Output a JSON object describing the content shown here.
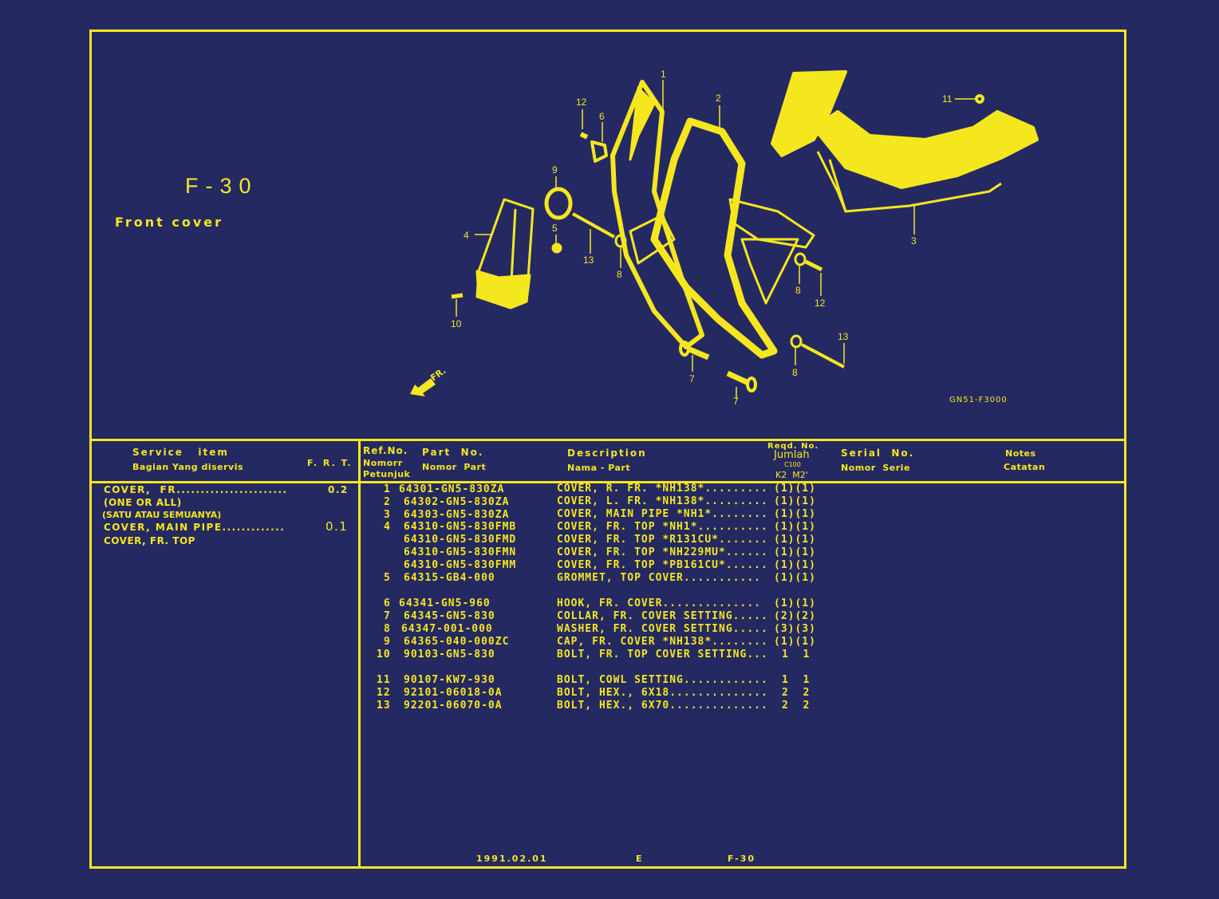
{
  "page": {
    "code": "F-30",
    "title": "Front cover",
    "diagram_id": "GN51-F3000",
    "direction_label": "FR."
  },
  "colors": {
    "background": "#252962",
    "ink": "#f5e71e"
  },
  "callouts": [
    "1",
    "2",
    "3",
    "4",
    "5",
    "6",
    "7",
    "7",
    "8",
    "8",
    "8",
    "9",
    "10",
    "11",
    "12",
    "12",
    "13",
    "13"
  ],
  "header": {
    "service_item": "Service   item",
    "service_item_id": "Bagian Yang diservis",
    "frt": "F. R. T.",
    "ref_no": "Ref.No.",
    "ref_no_id1": "Nomorr",
    "ref_no_id2": "Petunjuk",
    "part_no": "Part  No.",
    "part_no_id": "Nomor  Part",
    "description": "Description",
    "description_id": "Nama - Part",
    "reqd_no": "Reqd. No.",
    "jumlah": "Jumlah",
    "model": "C100",
    "variants": "K2  M2'",
    "serial_no": "Serial  No.",
    "serial_no_id": "Nomor  Serie",
    "notes": "Notes",
    "notes_id": "Catatan"
  },
  "service_items": [
    {
      "label": "COVER,  FR.......................",
      "frt": "0.2"
    },
    {
      "label": "(ONE OR ALL)",
      "frt": ""
    },
    {
      "label": "(SATU ATAU SEMUANYA)",
      "frt": ""
    },
    {
      "label": "COVER, MAIN PIPE.............",
      "frt": "0.1"
    },
    {
      "label": "COVER, FR. TOP",
      "frt": ""
    }
  ],
  "parts": [
    {
      "ref": "1",
      "part_no": "64301-GN5-830ZA",
      "desc": "COVER, R. FR. *NH138*.........",
      "qty": "(1)(1)"
    },
    {
      "ref": "2",
      "part_no": "64302-GN5-830ZA",
      "desc": "COVER, L. FR. *NH138*.........",
      "qty": "(1)(1)"
    },
    {
      "ref": "3",
      "part_no": "64303-GN5-830ZA",
      "desc": "COVER, MAIN PIPE *NH1*........",
      "qty": "(1)(1)"
    },
    {
      "ref": "4",
      "part_no": "64310-GN5-830FMB",
      "desc": "COVER, FR. TOP *NH1*..........",
      "qty": "(1)(1)"
    },
    {
      "ref": "",
      "part_no": "64310-GN5-830FMD",
      "desc": "COVER, FR. TOP *R131CU*.......",
      "qty": "(1)(1)"
    },
    {
      "ref": "",
      "part_no": "64310-GN5-830FMN",
      "desc": "COVER, FR. TOP *NH229MU*......",
      "qty": "(1)(1)"
    },
    {
      "ref": "",
      "part_no": "64310-GN5-830FMM",
      "desc": "COVER, FR. TOP *PB161CU*......",
      "qty": "(1)(1)"
    },
    {
      "ref": "5",
      "part_no": "64315-GB4-000",
      "desc": "GROMMET, TOP COVER...........",
      "qty": "(1)(1)"
    },
    {
      "ref": "6",
      "part_no": "64341-GN5-960",
      "desc": "HOOK, FR. COVER..............",
      "qty": "(1)(1)"
    },
    {
      "ref": "7",
      "part_no": "64345-GN5-830",
      "desc": "COLLAR, FR. COVER SETTING.....",
      "qty": "(2)(2)"
    },
    {
      "ref": "8",
      "part_no": "64347-001-000",
      "desc": "WASHER, FR. COVER SETTING.....",
      "qty": "(3)(3)"
    },
    {
      "ref": "9",
      "part_no": "64365-040-000ZC",
      "desc": "CAP, FR. COVER *NH138*........",
      "qty": "(1)(1)"
    },
    {
      "ref": "10",
      "part_no": "90103-GN5-830",
      "desc": "BOLT, FR. TOP COVER SETTING...",
      "qty": "1  1"
    },
    {
      "ref": "11",
      "part_no": "90107-KW7-930",
      "desc": "BOLT, COWL SETTING............",
      "qty": "1  1"
    },
    {
      "ref": "12",
      "part_no": "92101-06018-0A",
      "desc": "BOLT, HEX., 6X18..............",
      "qty": "2  2"
    },
    {
      "ref": "13",
      "part_no": "92201-06070-0A",
      "desc": "BOLT, HEX., 6X70..............",
      "qty": "2  2"
    }
  ],
  "footer": {
    "date": "1991.02.01",
    "edition": "E",
    "page": "F-30"
  }
}
